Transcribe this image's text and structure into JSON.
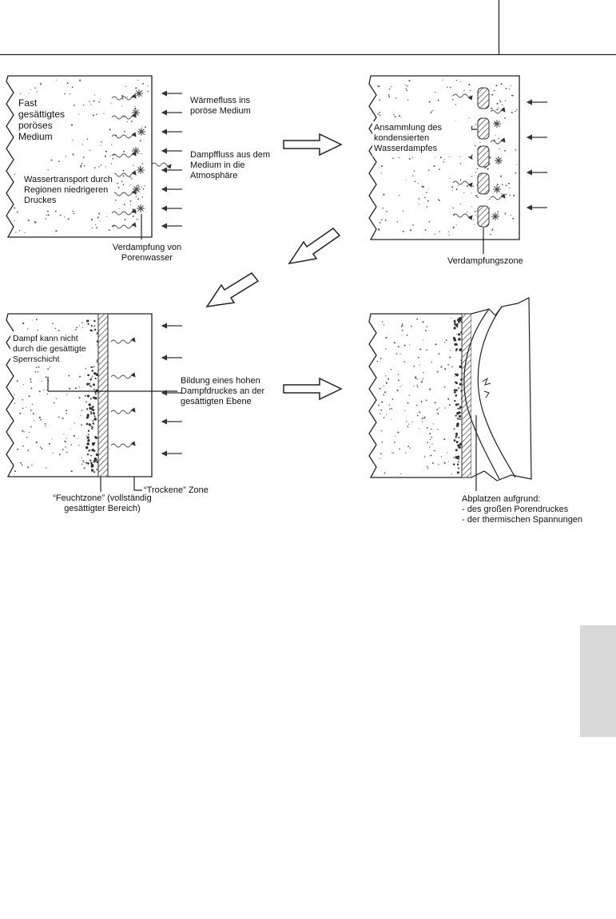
{
  "labels": {
    "panel1": {
      "fast": "Fast gesättigtes poröses Medium",
      "waermefluss": "Wärmefluss ins poröse Medium",
      "dampffluss": "Dampffluss aus dem Medium in die Atmosphäre",
      "wassertransport": "Wassertransport durch Regionen niedrigeren Druckes",
      "verdampfung": "Verdampfung von Porenwasser"
    },
    "panel2": {
      "ansammlung": "Ansammlung des kondensierten Wasserdampfes",
      "verdampfungszone": "Verdampfungszone"
    },
    "panel3": {
      "dampf_kann_nicht": "Dampf kann nicht durch die gesättigte Sperrschicht",
      "bildung": "Bildung eines hohen Dampfdruckes an der gesättigten Ebene",
      "feuchtzone": "“Feuchtzone” (vollständig gesättigter Bereich)",
      "trockene_zone": "“Trockene” Zone"
    },
    "panel4": {
      "abplatzen_title": "Abplatzen aufgrund:",
      "abplatzen_1": "- des großen Porendruckes",
      "abplatzen_2": "- der thermischen Spannungen"
    }
  },
  "colors": {
    "stroke": "#222222",
    "dots": "#555555",
    "hatch": "#888888",
    "side_tab": "#d9d9d9"
  },
  "icons": {
    "step_arrow": "hollow-block-arrow",
    "heat_flux": "small-left-arrow",
    "vapor": "wavy-arrow",
    "evaporation": "asterisk-star"
  }
}
